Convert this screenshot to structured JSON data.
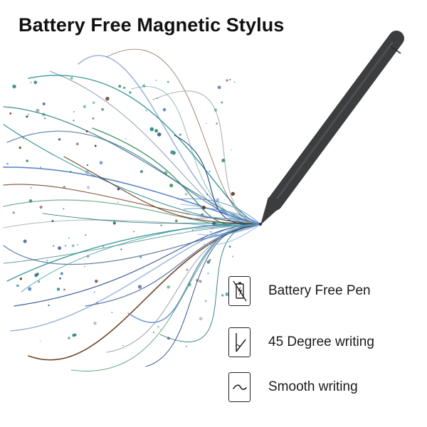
{
  "header": {
    "title": "Battery Free Magnetic Stylus"
  },
  "colors": {
    "pen_body": "#3b3d3f",
    "stroke_palette": [
      "#0e6b6b",
      "#1f8a8a",
      "#2d4f8a",
      "#5c88c8",
      "#6a3a1e",
      "#2e8b57",
      "#9aa3ad",
      "#1b3f7a"
    ]
  },
  "features": [
    {
      "icon": "battery-free-icon",
      "label": "Battery Free Pen"
    },
    {
      "icon": "tilt-45-degree-icon",
      "label": "45 Degree writing"
    },
    {
      "icon": "smooth-curve-icon",
      "label": "Smooth writing"
    }
  ]
}
